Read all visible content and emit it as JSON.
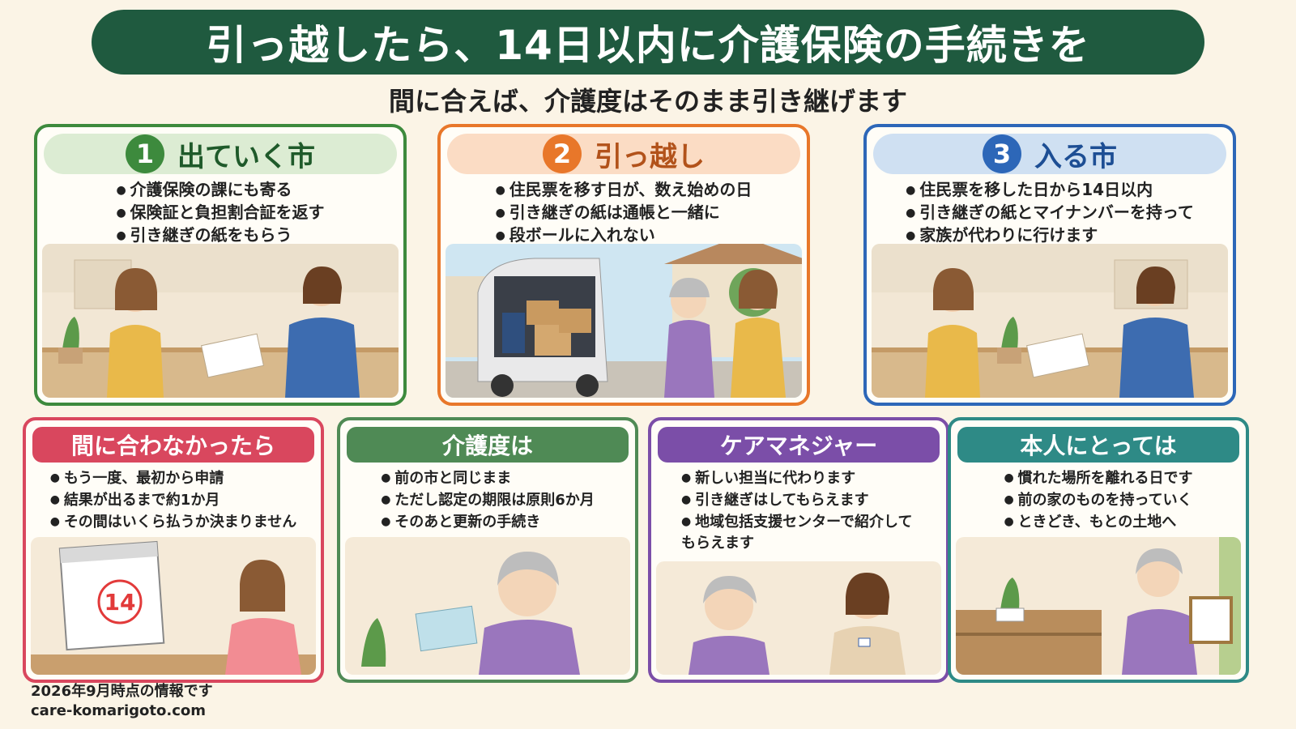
{
  "title": "引っ越したら、14日以内に介護保険の手続きを",
  "subtitle": "間に合えば、介護度はそのまま引き継げます",
  "steps": [
    {
      "num": "1",
      "label": "出ていく市",
      "bullets": [
        "介護保険の課にも寄る",
        "保険証と負担割合証を返す",
        "引き継ぎの紙をもらう"
      ],
      "color": "#3d8a3d"
    },
    {
      "num": "2",
      "label": "引っ越し",
      "bullets": [
        "住民票を移す日が、数え始めの日",
        "引き継ぎの紙は通帳と一緒に",
        "段ボールに入れない"
      ],
      "color": "#e8772a"
    },
    {
      "num": "3",
      "label": "入る市",
      "bullets": [
        "住民票を移した日から14日以内",
        "引き継ぎの紙とマイナンバーを持って",
        "家族が代わりに行けます"
      ],
      "color": "#2d67b8"
    }
  ],
  "cards": [
    {
      "label": "間に合わなかったら",
      "bullets": [
        "もう一度、最初から申請",
        "結果が出るまで約1か月",
        "その間はいくら払うか決まりません"
      ],
      "color": "#d9475e"
    },
    {
      "label": "介護度は",
      "bullets": [
        "前の市と同じまま",
        "ただし認定の期限は原則6か月",
        "そのあと更新の手続き"
      ],
      "color": "#4f8a55"
    },
    {
      "label": "ケアマネジャー",
      "bullets": [
        "新しい担当に代わります",
        "引き継ぎはしてもらえます",
        "地域包括支援センターで紹介してもらえます"
      ],
      "color": "#7b4ea8"
    },
    {
      "label": "本人にとっては",
      "bullets": [
        "慣れた場所を離れる日です",
        "前の家のものを持っていく",
        "ときどき、もとの土地へ"
      ],
      "color": "#2e8a86"
    }
  ],
  "calendar_number": "14",
  "footer": {
    "line1": "2026年9月時点の情報です",
    "line2": "care-komarigoto.com"
  }
}
